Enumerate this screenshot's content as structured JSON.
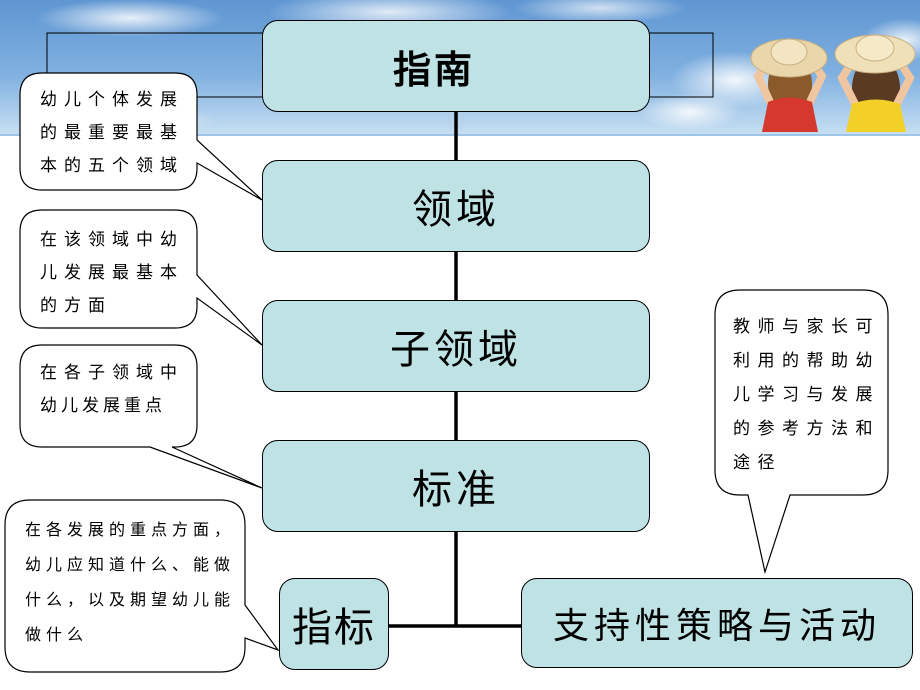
{
  "slide": {
    "nodes": [
      {
        "label": "指南"
      },
      {
        "label": "领域"
      },
      {
        "label": "子领域"
      },
      {
        "label": "标准"
      },
      {
        "label": "指标"
      },
      {
        "label": "支持性策略与活动"
      }
    ],
    "callouts": [
      {
        "lines": [
          "幼儿个体发展",
          "的最重要最基",
          "本的五个领域"
        ]
      },
      {
        "lines": [
          "在该领域中幼",
          "儿发展最基本",
          "的方面"
        ]
      },
      {
        "lines": [
          "在各子领域中",
          "幼儿发展重点"
        ]
      },
      {
        "lines": [
          "在各发展的重点方面，",
          "幼儿应知道什么、能做",
          "什么，以及期望幼儿能",
          "做什么"
        ]
      },
      {
        "lines": [
          "教师与家长可",
          "利用的帮助幼",
          "儿学习与发展",
          "的参考方法和",
          "途径"
        ]
      }
    ]
  },
  "colors": {
    "node_fill": "#bfe2e5",
    "line": "#000000",
    "callout_fill": "#ffffff",
    "sky": "#5f96d2",
    "background": "#ffffff"
  }
}
